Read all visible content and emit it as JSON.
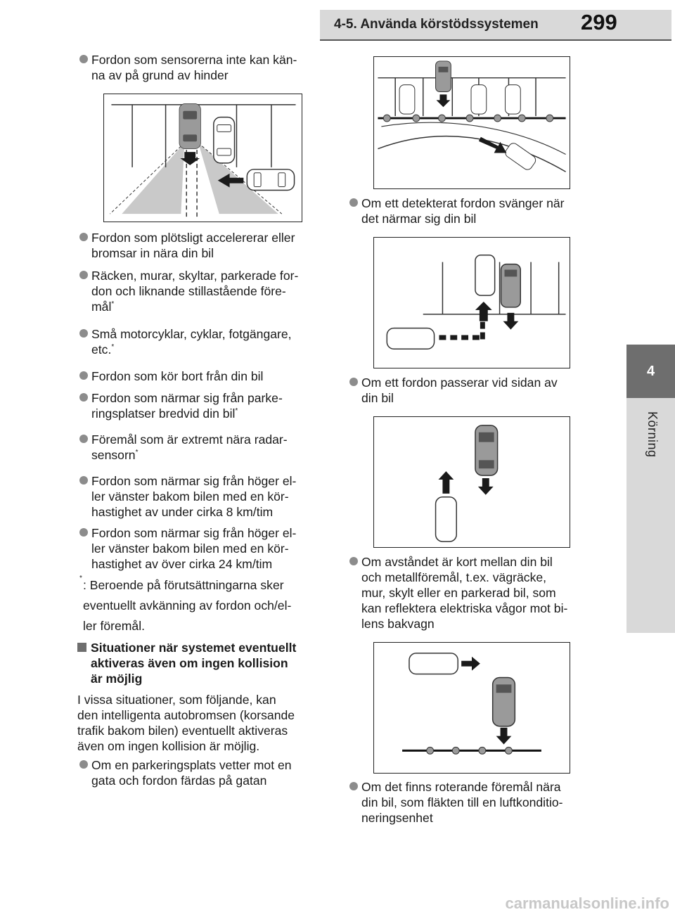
{
  "header": {
    "title": "4-5. Använda körstödssystemen",
    "page_number": "299"
  },
  "side_tab": {
    "number": "4",
    "label": "Körning"
  },
  "left_column": {
    "bullet1": "Fordon som sensorerna inte kan kän-\nna av på grund av hinder",
    "bullet2": "Fordon som plötsligt accelererar eller\nbromsar in nära din bil",
    "bullet3_text": "Räcken, murar, skyltar, parkerade for-\ndon och liknande stillastående före-\nmål",
    "bullet4_text": "Små motorcyklar, cyklar, fotgängare,\netc.",
    "bullet5": "Fordon som kör bort från din bil",
    "bullet6_text": "Fordon som närmar sig från parke-\nringsplatser bredvid din bil",
    "bullet7_text": "Föremål som är extremt nära radar-\nsensorn",
    "bullet8": "Fordon som närmar sig från höger el-\nler vänster bakom bilen med en kör-\nhastighet av under cirka 8 km/tim",
    "bullet9": "Fordon som närmar sig från höger el-\nler vänster bakom bilen med en kör-\nhastighet av över cirka 24 km/tim",
    "footnote_mark": "*",
    "footnote": ": Beroende på förutsättningarna sker\n  eventuellt avkänning av fordon och/el-\n  ler föremål.",
    "section_heading": "Situationer när systemet eventuellt\naktiveras även om ingen kollision\när möjlig",
    "paragraph": "I vissa situationer, som följande, kan\nden intelligenta autobromsen (korsande\ntrafik bakom bilen) eventuellt aktiveras\näven om ingen kollision är möjlig.",
    "bullet10": "Om en parkeringsplats vetter mot en\ngata och fordon färdas på gatan"
  },
  "right_column": {
    "bullet1": "Om ett detekterat fordon svänger när\ndet närmar sig din bil",
    "bullet2": "Om ett fordon passerar vid sidan av\ndin bil",
    "bullet3": "Om avståndet är kort mellan din bil\noch metallföremål, t.ex. vägräcke,\nmur, skylt eller en parkerad bil, som\nkan reflektera elektriska vågor mot bi-\nlens bakvagn",
    "bullet4": "Om det finns roterande föremål nära\ndin bil, som fläkten till en luftkonditio-\nneringsenhet"
  },
  "watermark": "carmanualsonline.info",
  "colors": {
    "tab_dark": "#6e6e6e",
    "tab_light": "#d9d9d9",
    "bullet": "#8c8c8c",
    "sensor_zone": "#c9c9c9"
  }
}
